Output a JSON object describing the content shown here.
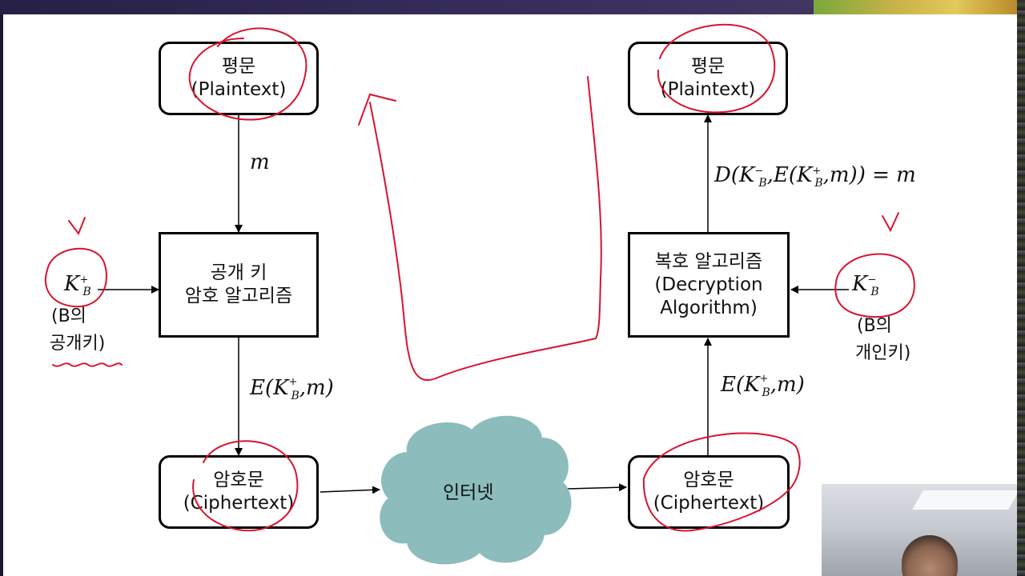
{
  "diagram": {
    "left_plaintext": {
      "line1": "평문",
      "line2": "(Plaintext)"
    },
    "right_plaintext": {
      "line1": "평문",
      "line2": "(Plaintext)"
    },
    "encryption_box": {
      "line1": "공개 키",
      "line2": "암호 알고리즘"
    },
    "decryption_box": {
      "line1": "복호 알고리즘",
      "line2": "(Decryption",
      "line3": "Algorithm)"
    },
    "left_ciphertext": {
      "line1": "암호문",
      "line2": "(Ciphertext)"
    },
    "right_ciphertext": {
      "line1": "암호문",
      "line2": "(Ciphertext)"
    },
    "internet_label": "인터넷",
    "label_m": "m",
    "label_enc_left": "E(K",
    "label_enc_left_tail": ",m)",
    "label_enc_right": "E(K",
    "label_enc_right_tail": ",m)",
    "label_dec_prefix": "D(K",
    "label_dec_mid": ",E(K",
    "label_dec_suffix": ",m)) = m",
    "subscript_B": "B",
    "sup_plus": "+",
    "sup_minus": "−",
    "public_key": {
      "symbol": "K",
      "sub": "B",
      "sup": "+",
      "desc1": "(B의",
      "desc2": "공개키)"
    },
    "private_key": {
      "symbol": "K",
      "sub": "B",
      "sup": "−",
      "desc1": "(B의",
      "desc2": "개인키)"
    }
  },
  "annotations": {
    "checkmark_left": "v",
    "checkmark_right": "v"
  },
  "colors": {
    "ink": "#d8132f",
    "cloud": "#8cbcbc",
    "box_border": "#000000"
  }
}
